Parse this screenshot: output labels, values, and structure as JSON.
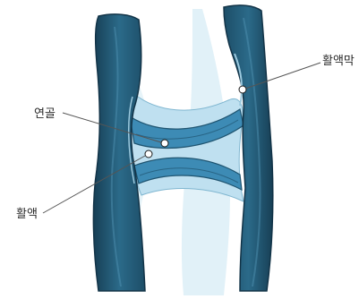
{
  "labels": {
    "synovial_membrane": "활액막",
    "cartilage": "연골",
    "synovial_fluid": "활액"
  },
  "colors": {
    "bone_dark": "#1f5470",
    "bone_mid": "#2f6f8e",
    "cartilage": "#3d8bb5",
    "cavity": "#bfe0f0",
    "background_wash": "#d7ecf5",
    "leader_line": "#555555"
  }
}
